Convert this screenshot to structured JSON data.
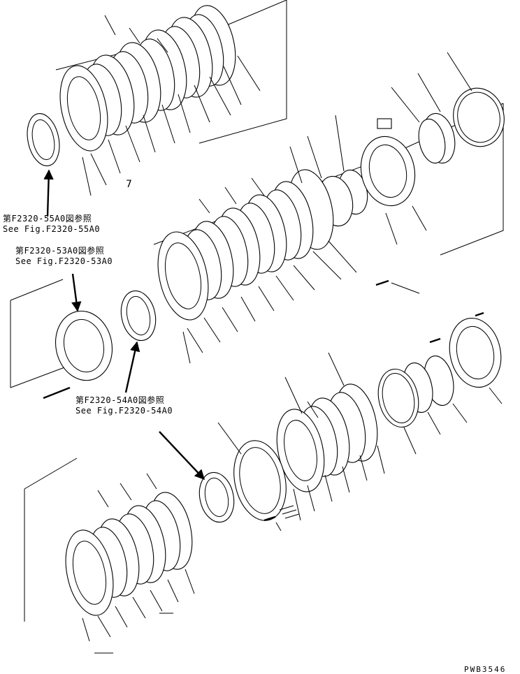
{
  "references": {
    "ref_55": {
      "jp": "第F2320-55A0図参照",
      "en": "See Fig.F2320-55A0"
    },
    "ref_53": {
      "jp": "第F2320-53A0図参照",
      "en": "See Fig.F2320-53A0"
    },
    "ref_54": {
      "jp": "第F2320-54A0図参照",
      "en": "See Fig.F2320-54A0"
    }
  },
  "callouts": {
    "item_7": "7"
  },
  "drawing_id": "PWB3546"
}
